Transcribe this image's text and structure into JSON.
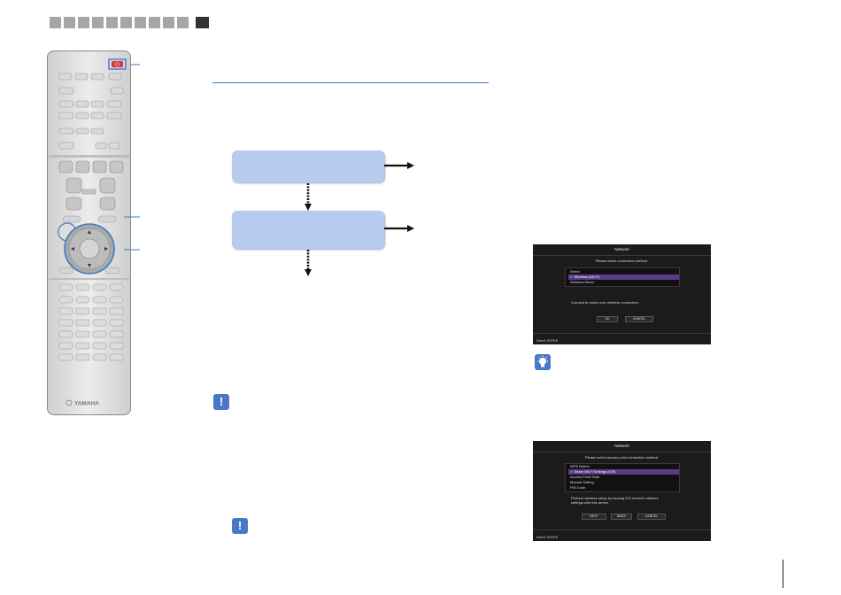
{
  "header": {
    "block_count": 11,
    "active_index": 10
  },
  "remote": {
    "brand": "YAMAHA",
    "power_icon": "power-icon",
    "accent_color": "#d9363e",
    "highlight_color": "#3b7dc4"
  },
  "flow": {
    "box_color": "#b7cbef",
    "arrow_color": "#111111"
  },
  "screen1": {
    "title": "Network",
    "prompt": "Please select connection method.",
    "options": [
      "Wired",
      "Wireless (Wi-Fi)",
      "Wireless Direct"
    ],
    "selected_index": 1,
    "description": "Connect to router over wireless connection.",
    "buttons": [
      "OK",
      "CANCEL"
    ],
    "footer": "Select: ENTER"
  },
  "screen2": {
    "title": "Network",
    "prompt": "Please select access point connection method.",
    "options": [
      "WPS Button",
      "Share Wi-Fi Settings (iOS)",
      "Access Point Scan",
      "Manual Setting",
      "PIN Code"
    ],
    "selected_index": 1,
    "description_line1": "Perform wireless setup by sharing iOS device's network",
    "description_line2": "settings with this device.",
    "buttons": [
      "NEXT",
      "BACK",
      "CANCEL"
    ],
    "footer": "Select: ENTER"
  },
  "icons": {
    "alert": "exclamation-icon",
    "tip": "lightbulb-icon",
    "alert_glyph": "!"
  }
}
